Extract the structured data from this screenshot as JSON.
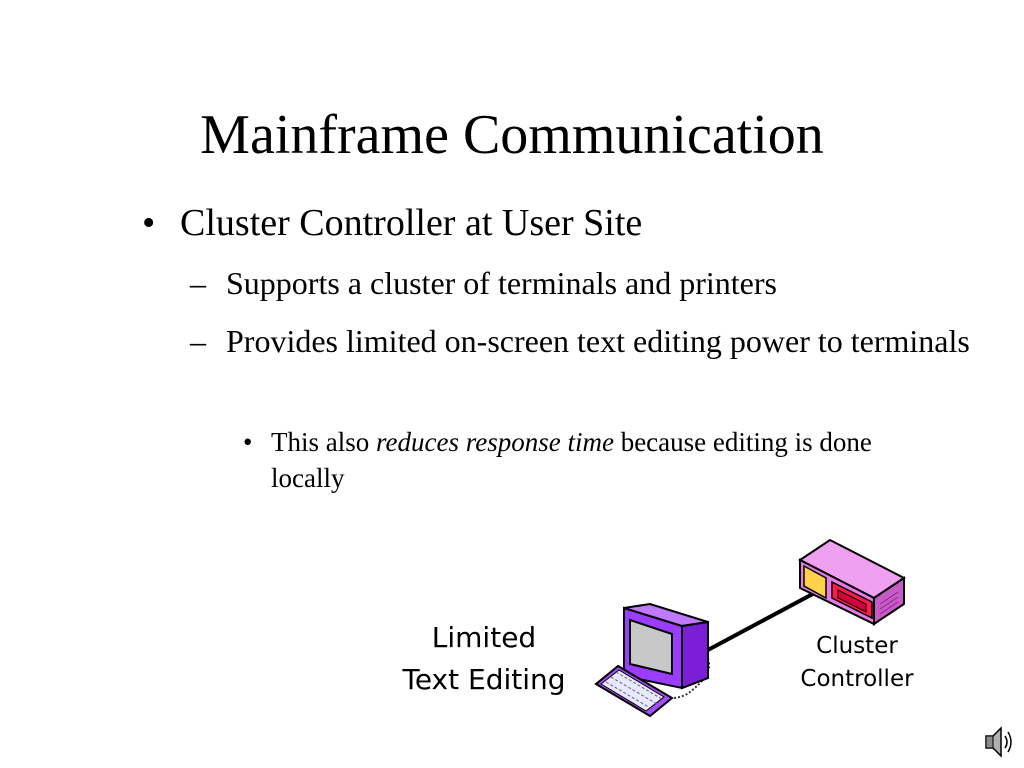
{
  "slide": {
    "title": "Mainframe Communication",
    "bullets": {
      "level1": {
        "marker": "•",
        "text": "Cluster Controller at User Site"
      },
      "level2": [
        {
          "marker": "–",
          "text": "Supports a cluster of terminals and printers"
        },
        {
          "marker": "–",
          "text": "Provides limited on-screen text editing power to terminals"
        }
      ],
      "level3": {
        "marker": "•",
        "prefix": "This also ",
        "emphasis": "reduces response time",
        "suffix": " because editing is done locally"
      }
    }
  },
  "diagram": {
    "terminal_label_line1": "Limited",
    "terminal_label_line2": "Text Editing",
    "controller_label_line1": "Cluster",
    "controller_label_line2": "Controller",
    "colors": {
      "terminal_body": "#9b3cff",
      "terminal_screen": "#c8c8c8",
      "controller_body": "#e67ce6",
      "controller_panel": "#ff1a4a",
      "controller_display": "#ffd24a",
      "link_line": "#000000"
    }
  },
  "icons": {
    "terminal": "computer-terminal-icon",
    "keyboard": "keyboard-icon",
    "controller": "cluster-controller-icon",
    "sound": "speaker-icon"
  }
}
